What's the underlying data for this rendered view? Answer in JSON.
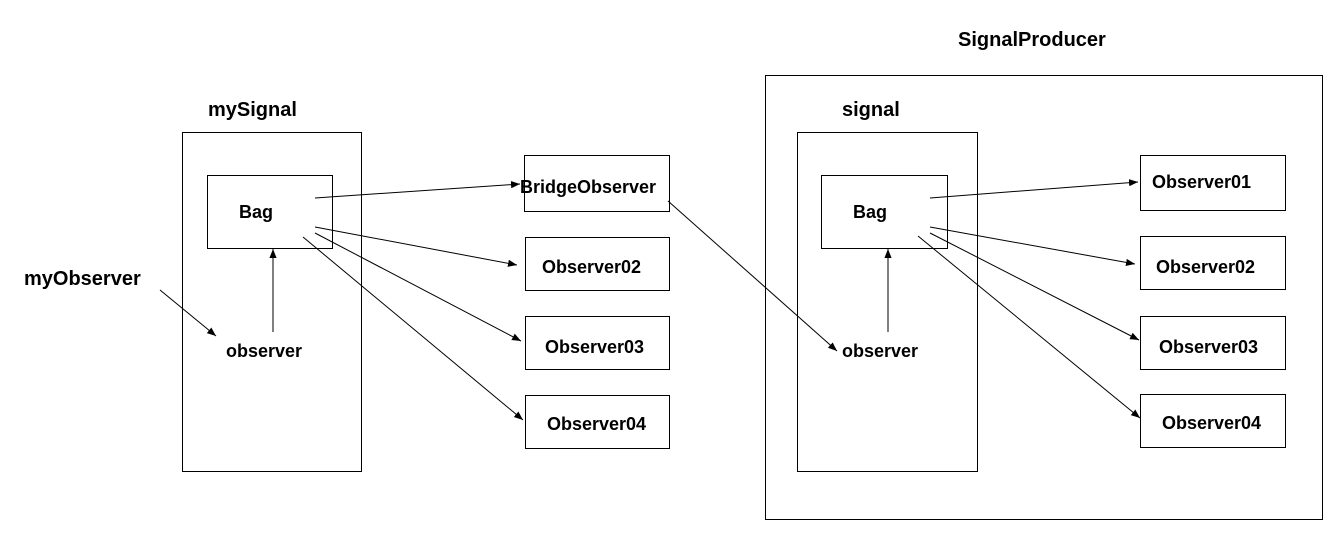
{
  "left": {
    "title": "mySignal",
    "bag": "Bag",
    "observer": "observer",
    "external_observer": "myObserver",
    "bridge": "BridgeObserver",
    "observers": [
      "Observer02",
      "Observer03",
      "Observer04"
    ]
  },
  "right": {
    "producer_title": "SignalProducer",
    "title": "signal",
    "bag": "Bag",
    "observer": "observer",
    "observers": [
      "Observer01",
      "Observer02",
      "Observer03",
      "Observer04"
    ]
  }
}
